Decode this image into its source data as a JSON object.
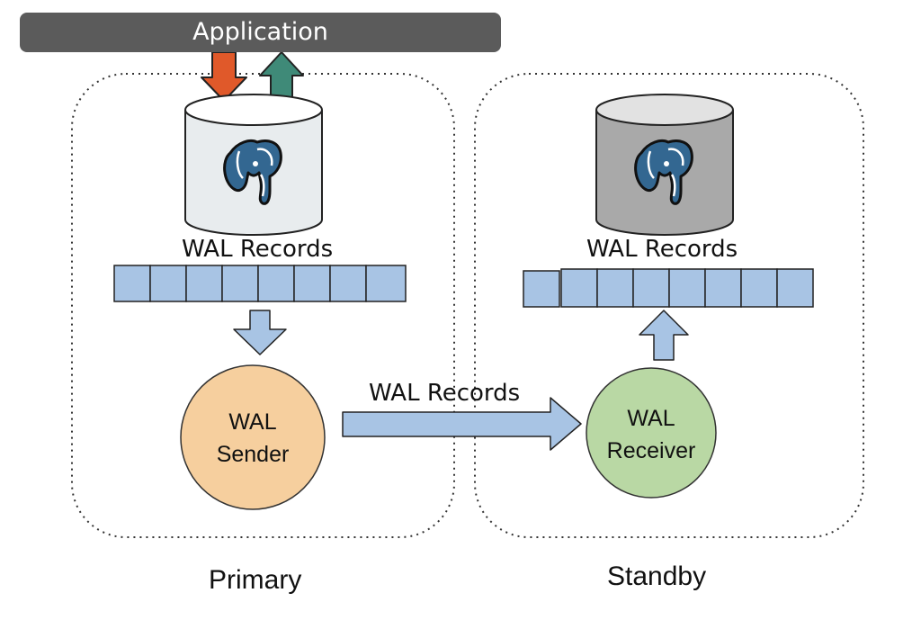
{
  "header": {
    "application_label": "Application"
  },
  "primary": {
    "label": "Primary",
    "wal_records_label": "WAL Records",
    "sender_line1": "WAL",
    "sender_line2": "Sender"
  },
  "standby": {
    "label": "Standby",
    "wal_records_label": "WAL Records",
    "receiver_line1": "WAL",
    "receiver_line2": "Receiver"
  },
  "stream": {
    "label": "WAL Records"
  },
  "colors": {
    "write_arrow": "#e0592a",
    "read_arrow": "#3f8a78",
    "wal_cell": "#a8c4e4",
    "sender_fill": "#f6cf9e",
    "receiver_fill": "#b9d8a4",
    "primary_db": "#e8ecee",
    "standby_db": "#a9a9a9",
    "elephant": "#336791"
  },
  "icons": [
    "postgres-elephant-icon",
    "down-arrow-icon",
    "up-arrow-icon",
    "right-arrow-icon",
    "database-icon"
  ]
}
